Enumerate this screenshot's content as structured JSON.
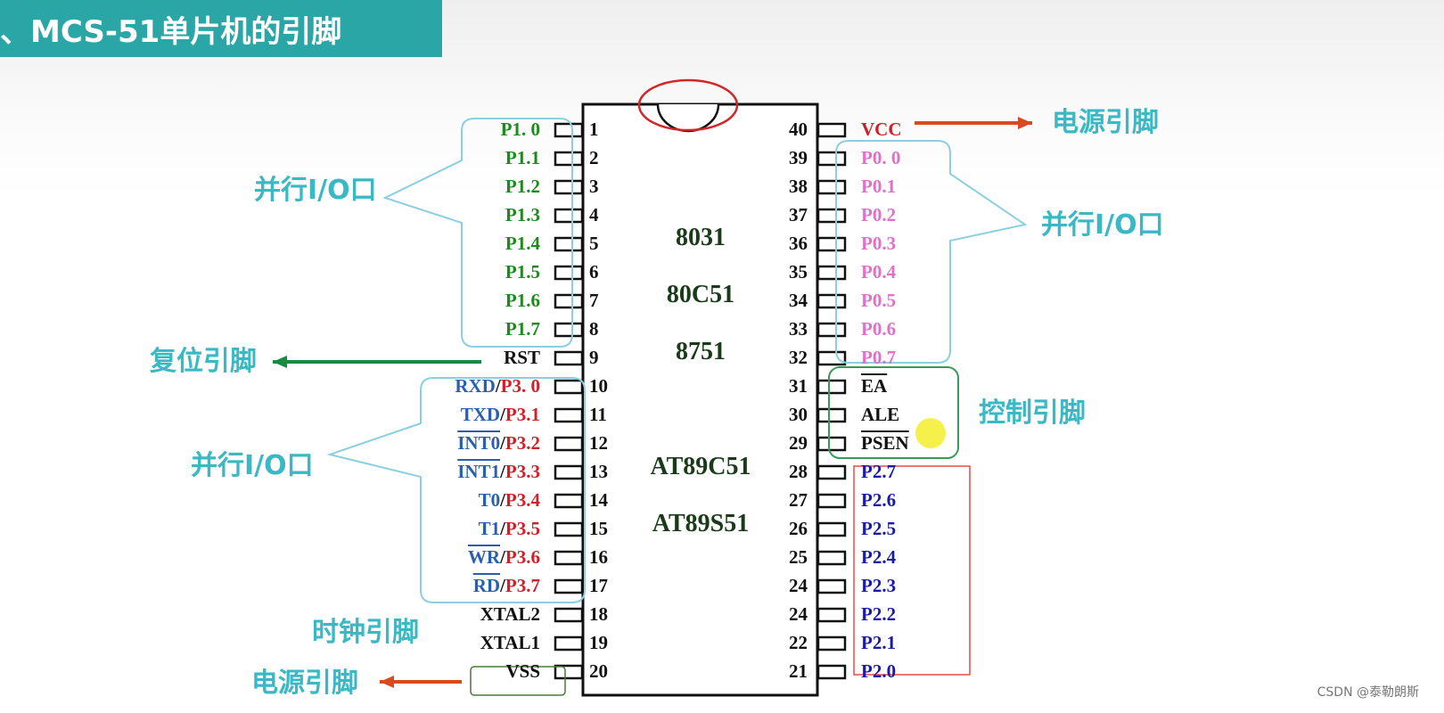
{
  "title": "、MCS-51单片机的引脚",
  "chip": {
    "names": [
      "8031",
      "80C51",
      "8751",
      "AT89C51",
      "AT89S51"
    ]
  },
  "left_pins": [
    {
      "num": "1",
      "label": "P1. 0",
      "color": "#1e8a1e"
    },
    {
      "num": "2",
      "label": "P1.1",
      "color": "#1e8a1e"
    },
    {
      "num": "3",
      "label": "P1.2",
      "color": "#1e8a1e"
    },
    {
      "num": "4",
      "label": "P1.3",
      "color": "#1e8a1e"
    },
    {
      "num": "5",
      "label": "P1.4",
      "color": "#1e8a1e"
    },
    {
      "num": "6",
      "label": "P1.5",
      "color": "#1e8a1e"
    },
    {
      "num": "7",
      "label": "P1.6",
      "color": "#1e8a1e"
    },
    {
      "num": "8",
      "label": "P1.7",
      "color": "#1e8a1e"
    },
    {
      "num": "9",
      "label": "RST",
      "color": "#111111"
    },
    {
      "num": "10",
      "alt": "RXD",
      "label": "P3. 0",
      "color": "#d0202a"
    },
    {
      "num": "11",
      "alt": "TXD",
      "label": "P3.1",
      "color": "#d0202a"
    },
    {
      "num": "12",
      "alt": "INT0",
      "alt_bar": true,
      "label": "P3.2",
      "color": "#d0202a"
    },
    {
      "num": "13",
      "alt": "INT1",
      "alt_bar": true,
      "label": "P3.3",
      "color": "#d0202a"
    },
    {
      "num": "14",
      "alt": "T0",
      "label": "P3.4",
      "color": "#d0202a"
    },
    {
      "num": "15",
      "alt": "T1",
      "label": "P3.5",
      "color": "#d0202a"
    },
    {
      "num": "16",
      "alt": "WR",
      "alt_bar": true,
      "label": "P3.6",
      "color": "#d0202a"
    },
    {
      "num": "17",
      "alt": "RD",
      "alt_bar": true,
      "label": "P3.7",
      "color": "#d0202a"
    },
    {
      "num": "18",
      "label": "XTAL2",
      "color": "#111111"
    },
    {
      "num": "19",
      "label": "XTAL1",
      "color": "#111111"
    },
    {
      "num": "20",
      "label": "VSS",
      "color": "#111111"
    }
  ],
  "right_pins": [
    {
      "num": "40",
      "label": "VCC",
      "color": "#d0202a"
    },
    {
      "num": "39",
      "label": "P0. 0",
      "color": "#e070c8"
    },
    {
      "num": "38",
      "label": "P0.1",
      "color": "#e070c8"
    },
    {
      "num": "37",
      "label": "P0.2",
      "color": "#e070c8"
    },
    {
      "num": "36",
      "label": "P0.3",
      "color": "#e070c8"
    },
    {
      "num": "35",
      "label": "P0.4",
      "color": "#e070c8"
    },
    {
      "num": "34",
      "label": "P0.5",
      "color": "#e070c8"
    },
    {
      "num": "33",
      "label": "P0.6",
      "color": "#e070c8"
    },
    {
      "num": "32",
      "label": "P0.7",
      "color": "#e070c8"
    },
    {
      "num": "31",
      "label": "EA",
      "bar": true,
      "color": "#111111"
    },
    {
      "num": "30",
      "label": "ALE",
      "color": "#111111"
    },
    {
      "num": "29",
      "label": "PSEN",
      "bar": true,
      "color": "#111111"
    },
    {
      "num": "28",
      "label": "P2.7",
      "color": "#1a1aa8"
    },
    {
      "num": "27",
      "label": "P2.6",
      "color": "#1a1aa8"
    },
    {
      "num": "26",
      "label": "P2.5",
      "color": "#1a1aa8"
    },
    {
      "num": "25",
      "label": "P2.4",
      "color": "#1a1aa8"
    },
    {
      "num": "24",
      "label": "P2.3",
      "color": "#1a1aa8"
    },
    {
      "num": "24",
      "label": "P2.2",
      "color": "#1a1aa8"
    },
    {
      "num": "22",
      "label": "P2.1",
      "color": "#1a1aa8"
    },
    {
      "num": "21",
      "label": "P2.0",
      "color": "#1a1aa8"
    }
  ],
  "annotations": {
    "power_top": "电源引脚",
    "parallel_io_p1": "并行I/O口",
    "parallel_io_p0": "并行I/O口",
    "reset": "复位引脚",
    "parallel_io_p3": "并行I/O口",
    "control": "控制引脚",
    "clock": "时钟引脚",
    "power_bottom": "电源引脚"
  },
  "colors": {
    "green_label": "#1e8a1e",
    "red_label": "#d0202a",
    "pink_label": "#e070c8",
    "navy_label": "#1a1aa8",
    "alt_blue": "#2a5fb0",
    "teal_callout": "#8ccfe0",
    "arrow_red": "#d84a20",
    "arrow_green": "#1a8a40",
    "title_bg": "#2aa6a6"
  },
  "watermark": "CSDN @泰勒朗斯"
}
